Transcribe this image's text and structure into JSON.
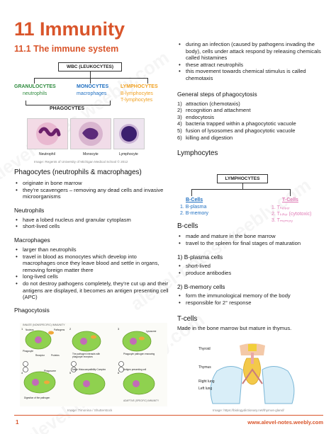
{
  "header": {
    "title": "11 Immunity",
    "subtitle": "11.1 The immune system"
  },
  "wbc_diagram": {
    "root": "WBC (LEUKOCYTES)",
    "granulocytes": {
      "title": "GRANULOCYTES",
      "items": [
        "neutrophils"
      ]
    },
    "monocytes": {
      "title": "MONOCYTES",
      "items": [
        "macrophages"
      ]
    },
    "lymphocytes": {
      "title": "LYMPHOCYTES",
      "items": [
        "B-lymphocytes",
        "T-lymphocytes"
      ]
    },
    "phagocytes": "PHAGOCYTES",
    "cells": [
      "Neutrophil",
      "Monocyte",
      "Lymphocyte"
    ],
    "credit": "Image: Regents of University of Michigan Medical School © 2012"
  },
  "phagocytes_section": {
    "heading": "Phagocytes (neutrophils & macrophages)",
    "bullets": [
      "originate in bone marrow",
      "they’re scavengers – removing any dead cells and invasive microorganisms"
    ]
  },
  "neutrophils_section": {
    "heading": "Neutrophils",
    "bullets": [
      "have a lobed nucleus and granular cytoplasm",
      "short-lived cells"
    ]
  },
  "macrophages_section": {
    "heading": "Macrophages",
    "bullets": [
      "larger than neutrophils",
      "travel in blood as monocytes which develop into macrophages once they leave blood and settle in organs, removing foreign matter there",
      "long-lived cells",
      "do not destroy pathogens completely, they’re cut up and their antigens are displayed, it becomes an antigen presenting cell (APC)"
    ]
  },
  "phagocytosis_section": {
    "heading": "Phagocytosis",
    "diagram_title": "INNATE (NONSPECIFIC) IMMUNITY",
    "labels": [
      "Nucleus",
      "Pathogens",
      "Phagocyte",
      "Receptor",
      "Proteins",
      "The pathogen interacts with phagocyte receptors",
      "Phagocyte pathogen ensnaring",
      "Lysosome",
      "Phagosome",
      "Digestion of the pathogen",
      "Major Histocompatibility Complex",
      "Antigen presenting cell",
      "ADAPTIVE (SPECIFIC) IMMUNITY"
    ],
    "steps": [
      "1",
      "2",
      "3",
      "4",
      "5",
      "6"
    ],
    "credit": "Image: Timonina / Shutterstock"
  },
  "right_top_bullets": [
    "during an infection (caused by pathogens invading the body), cells under attack respond by releasing chemicals called histamines",
    "these attract neutrophils",
    "this movement towards chemical stimulus is called chemotaxis"
  ],
  "general_steps": {
    "heading": "General steps of phagocytosis",
    "steps": [
      {
        "n": "1)",
        "text": "attraction (chemotaxis)"
      },
      {
        "n": "2)",
        "text": "recognition and attachment"
      },
      {
        "n": "3)",
        "text": "endocytosis"
      },
      {
        "n": "4)",
        "text": "bacteria trapped within a phagocytotic vacuole"
      },
      {
        "n": "5)",
        "text": "fusion of lysosomes and phagocytotic vacuole"
      },
      {
        "n": "6)",
        "text": "killing and digestion"
      }
    ]
  },
  "lymphocytes_section": {
    "heading": "Lymphocytes",
    "root": "LYMPHOCYTES",
    "b_cells": {
      "title": "B-Cells",
      "items": [
        "1.  B-plasma",
        "2.  B-memory"
      ]
    },
    "t_cells": {
      "title": "T-Cells",
      "items": [
        "1.  Tₕₑₗₚₑᵣ",
        "2.  Tₖᵢₗₗₑᵣ (cytotoxic)",
        "3.  Tₘₑₘₒᵣᵧ"
      ]
    }
  },
  "b_cells_section": {
    "heading": "B-cells",
    "bullets": [
      "made and mature in the bone marrow",
      "travel to the spleen for final stages of maturation"
    ]
  },
  "b_plasma_section": {
    "heading": "1) B-plasma cells",
    "bullets": [
      "short-lived",
      "produce antibodies"
    ]
  },
  "b_memory_section": {
    "heading": "2) B-memory cells",
    "bullets": [
      "form the immunological memory of the body",
      "responsible for 2° response"
    ]
  },
  "t_cells_section": {
    "heading": "T-cells",
    "text": "Made in the bone marrow but mature in thymus.",
    "labels": [
      "Thyroid",
      "Thymus",
      "Right lung",
      "Left lung"
    ],
    "credit": "Image: https://biologydictionary.net/thymus-gland/"
  },
  "footer": {
    "page": "1",
    "url": "www.alevel-notes.weebly.com"
  },
  "watermark": [
    "alevel-notes.weebly.com",
    "alevel-notes.weebly.com",
    "alevel-notes.weebly.com"
  ],
  "colors": {
    "accent": "#d9552b",
    "green": "#2e8b3e",
    "blue": "#1f6fc1",
    "orange": "#f0a020",
    "pink": "#e07ab5"
  }
}
